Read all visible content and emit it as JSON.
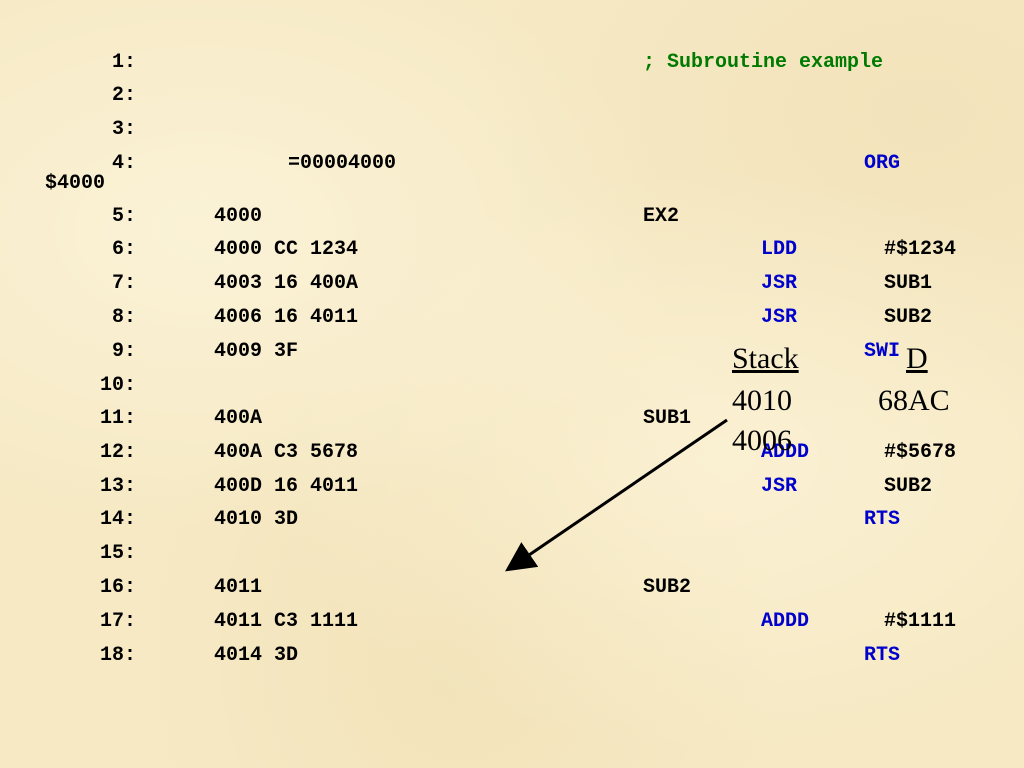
{
  "comment": "; Subroutine example",
  "origin_overlap": "$4000",
  "listing": [
    {
      "num": "1:",
      "addr": "",
      "label": "",
      "op": "",
      "operand": ""
    },
    {
      "num": "2:",
      "addr": "",
      "label": "",
      "op": "",
      "operand": ""
    },
    {
      "num": "3:",
      "addr": "",
      "label": "",
      "op": "",
      "operand": ""
    },
    {
      "num": "4:",
      "addr": "=00004000",
      "label": "",
      "op": "ORG",
      "operand": ""
    },
    {
      "num": "5:",
      "addr": "4000",
      "label": "EX2",
      "op": "",
      "operand": ""
    },
    {
      "num": "6:",
      "addr": "4000 CC 1234",
      "label": "",
      "op": "LDD",
      "operand": "#$1234"
    },
    {
      "num": "7:",
      "addr": "4003 16 400A",
      "label": "",
      "op": "JSR",
      "operand": "SUB1"
    },
    {
      "num": "8:",
      "addr": "4006 16 4011",
      "label": "",
      "op": "JSR",
      "operand": "SUB2"
    },
    {
      "num": "9:",
      "addr": "4009 3F",
      "label": "",
      "op": "SWI",
      "operand": ""
    },
    {
      "num": "10:",
      "addr": "",
      "label": "",
      "op": "",
      "operand": ""
    },
    {
      "num": "11:",
      "addr": "400A",
      "label": "SUB1",
      "op": "",
      "operand": ""
    },
    {
      "num": "12:",
      "addr": "400A C3 5678",
      "label": "",
      "op": "ADDD",
      "operand": "#$5678"
    },
    {
      "num": "13:",
      "addr": "400D 16 4011",
      "label": "",
      "op": "JSR",
      "operand": "SUB2"
    },
    {
      "num": "14:",
      "addr": "4010 3D",
      "label": "",
      "op": "RTS",
      "operand": ""
    },
    {
      "num": "15:",
      "addr": "",
      "label": "",
      "op": "",
      "operand": ""
    },
    {
      "num": "16:",
      "addr": "4011",
      "label": "SUB2",
      "op": "",
      "operand": ""
    },
    {
      "num": "17:",
      "addr": "4011 C3 1111",
      "label": "",
      "op": "ADDD",
      "operand": "#$1111"
    },
    {
      "num": "18:",
      "addr": "4014 3D",
      "label": "",
      "op": "RTS",
      "operand": ""
    }
  ],
  "stack_box": {
    "title": "Stack",
    "values": [
      "4010",
      "4006"
    ]
  },
  "d_box": {
    "title": "D",
    "value": "68AC"
  },
  "colors": {
    "background": "#f6e9c4",
    "mnemonic": "#0000cc",
    "comment": "#007a00",
    "text": "#000000"
  }
}
